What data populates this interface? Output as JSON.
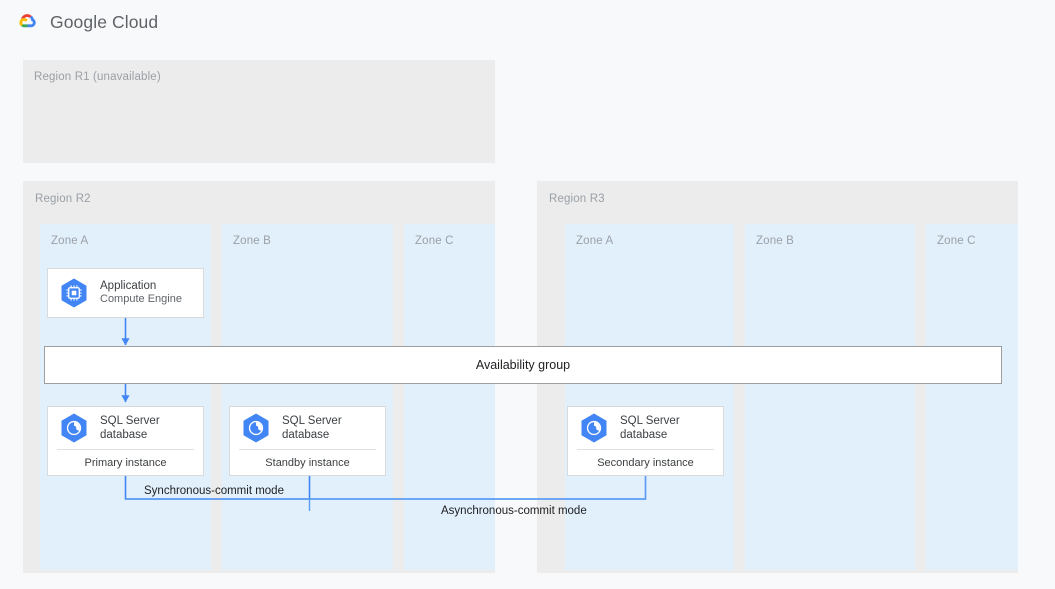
{
  "header": {
    "brand": "Google Cloud",
    "logo_icon": "google-cloud-logo"
  },
  "diagram": {
    "regions": [
      {
        "id": "r1",
        "label": "Region R1 (unavailable)",
        "zones": []
      },
      {
        "id": "r2",
        "label": "Region R2",
        "zones": [
          {
            "id": "r2-za",
            "label": "Zone A"
          },
          {
            "id": "r2-zb",
            "label": "Zone B"
          },
          {
            "id": "r2-zc",
            "label": "Zone C"
          }
        ]
      },
      {
        "id": "r3",
        "label": "Region R3",
        "zones": [
          {
            "id": "r3-za",
            "label": "Zone A"
          },
          {
            "id": "r3-zb",
            "label": "Zone B"
          },
          {
            "id": "r3-zc",
            "label": "Zone C"
          }
        ]
      }
    ],
    "nodes": [
      {
        "id": "application",
        "icon": "compute-engine-icon",
        "title": "Application",
        "subtitle": "Compute Engine",
        "footer": ""
      },
      {
        "id": "primary-db",
        "icon": "sql-server-database-icon",
        "title": "SQL Server",
        "subtitle": "database",
        "footer": "Primary instance"
      },
      {
        "id": "standby-db",
        "icon": "sql-server-database-icon",
        "title": "SQL Server",
        "subtitle": "database",
        "footer": "Standby instance"
      },
      {
        "id": "secondary-db",
        "icon": "sql-server-database-icon",
        "title": "SQL Server",
        "subtitle": "database",
        "footer": "Secondary instance"
      }
    ],
    "availability_group": {
      "label": "Availability group"
    },
    "edges": [
      {
        "id": "sync",
        "label": "Synchronous-commit mode"
      },
      {
        "id": "async",
        "label": "Asynchronous-commit mode"
      }
    ]
  },
  "colors": {
    "region_bg": "#ececec",
    "zone_bg": "#e2f0fc",
    "page_bg": "#f8f9fa",
    "node_border": "#d8dadd",
    "arrow_blue": "#4285f4",
    "icon_blue": "#4285f4",
    "label_gray": "#9aa0a6",
    "text_dark": "#3c4043"
  }
}
